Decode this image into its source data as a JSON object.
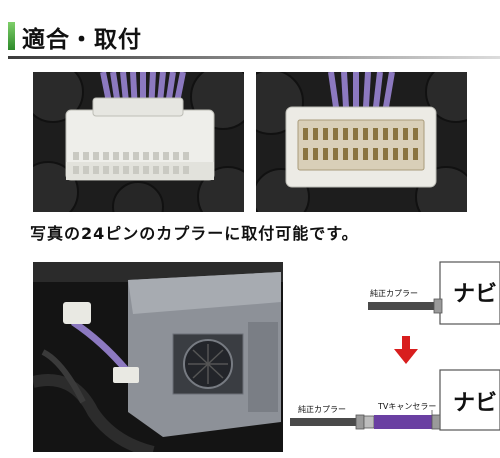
{
  "header": {
    "title": "適合・取付"
  },
  "caption": "写真の24ピンのカプラーに取付可能です。",
  "diagram": {
    "top": {
      "connector_label": "純正カプラー",
      "navi_label": "ナビ"
    },
    "bottom": {
      "connector_label": "純正カプラー",
      "canceller_label": "TVキャンセラー",
      "navi_label": "ナビ"
    }
  },
  "colors": {
    "accent_green": "#3f9a34",
    "arrow_red": "#d81e1e",
    "canceller_purple": "#6a3fa2",
    "wire_purple": "#8c79c0"
  }
}
